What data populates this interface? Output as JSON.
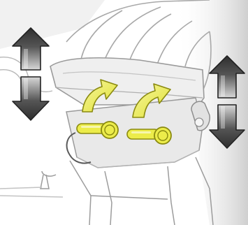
{
  "illustration": {
    "subject": "seat-height-adjustment",
    "colors": {
      "background": "#ffffff",
      "line": "#9a9a9a",
      "line_light": "#c8c8c8",
      "shade": "#e6e6e6",
      "shade_dark": "#c9c9c9",
      "arrow_dark": "#3a3a3a",
      "arrow_light": "#d2d2d2",
      "arrow_outline": "#222222",
      "lever_fill": "#ecec4a",
      "lever_outline": "#8a8a10"
    },
    "parts": [
      {
        "name": "height-arrow-left",
        "icon": "up-down-arrow-icon"
      },
      {
        "name": "height-arrow-right",
        "icon": "up-down-arrow-icon"
      },
      {
        "name": "lever-arrow-left",
        "icon": "curved-arrow-icon"
      },
      {
        "name": "lever-arrow-right",
        "icon": "curved-arrow-icon"
      },
      {
        "name": "lever-left",
        "icon": "lever-icon"
      },
      {
        "name": "lever-right",
        "icon": "lever-icon"
      }
    ]
  }
}
